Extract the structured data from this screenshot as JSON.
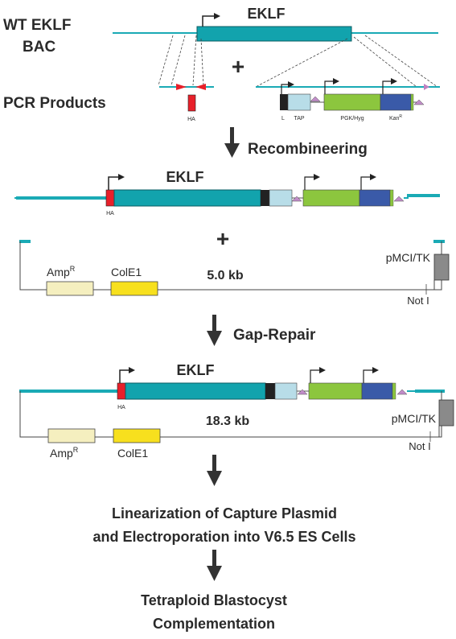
{
  "labels": {
    "wt_line1": "WT EKLF",
    "wt_line2": "BAC",
    "pcr_products": "PCR Products",
    "gene": "EKLF",
    "plus": "+",
    "ha": "HA",
    "l": "L",
    "tap": "TAP",
    "pgk_hyg": "PGK/Hyg",
    "kan": "Kan",
    "kan_sup": "R",
    "amp": "Amp",
    "amp_sup": "R",
    "cole1": "ColE1",
    "pmci_tk": "pMCI/TK",
    "not_i": "Not I",
    "size_small": "5.0 kb",
    "size_large": "18.3 kb"
  },
  "steps": {
    "recombineering": "Recombineering",
    "gap_repair": "Gap-Repair",
    "linearization_line1": "Linearization of Capture Plasmid",
    "linearization_line2": "and Electroporation into V6.5 ES Cells",
    "tetraploid_line1": "Tetraploid Blastocyst",
    "tetraploid_line2": "Complementation"
  },
  "colors": {
    "bac": "#1aaab5",
    "gene": "#12a3ad",
    "ha": "#e8202a",
    "linker": "#222222",
    "tap": "#b8dde8",
    "hyg": "#8cc63e",
    "kan": "#3a5aa8",
    "loxp": "#c08cc8",
    "amp": "#f5efbf",
    "cole1": "#f7e01e",
    "tk": "#8a8a8a",
    "text": "#2a2a2a"
  }
}
